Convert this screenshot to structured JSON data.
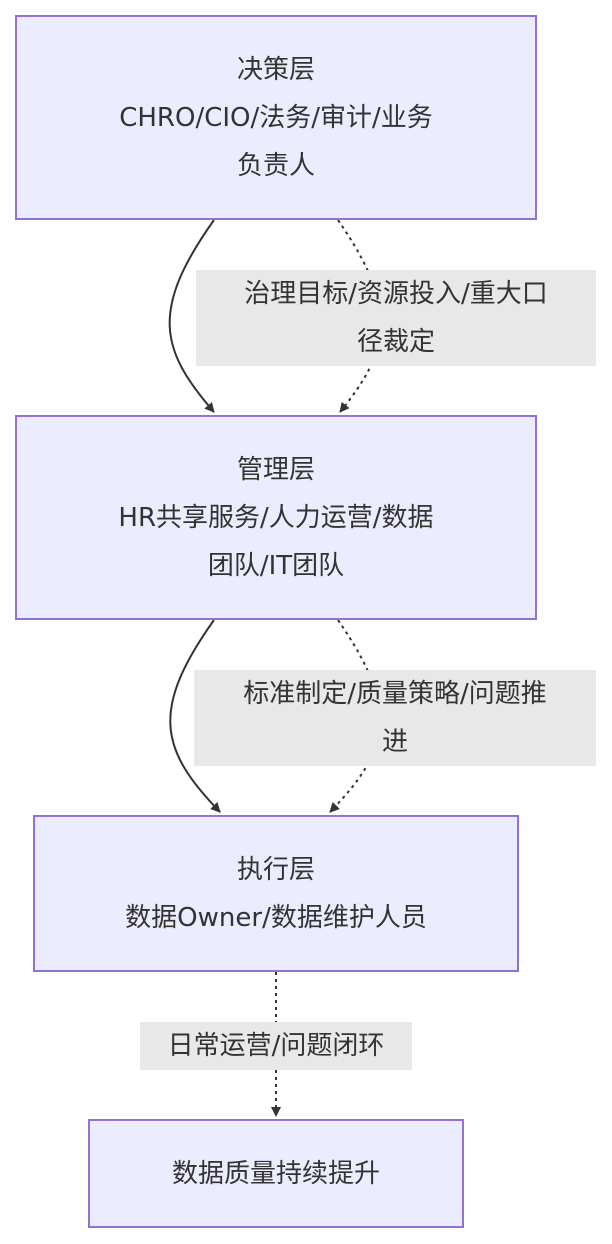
{
  "nodes": {
    "decision": {
      "lines": [
        "决策层",
        "CHRO/CIO/法务/审计/业务",
        "负责人"
      ]
    },
    "management": {
      "lines": [
        "管理层",
        "HR共享服务/人力运营/数据",
        "团队/IT团队"
      ]
    },
    "execution": {
      "lines": [
        "执行层",
        "数据Owner/数据维护人员"
      ]
    },
    "outcome": {
      "lines": [
        "数据质量持续提升"
      ]
    }
  },
  "edge_labels": {
    "decision_to_management": {
      "lines": [
        "治理目标/资源投入/重大口",
        "径裁定"
      ]
    },
    "management_to_execution": {
      "lines": [
        "标准制定/质量策略/问题推",
        "进"
      ]
    },
    "execution_to_outcome": {
      "lines": [
        "日常运营/问题闭环"
      ]
    }
  },
  "colors": {
    "node_fill": "#ececff",
    "node_border": "#9370db",
    "edge": "#333333",
    "label_bg": "#e8e8e8"
  }
}
